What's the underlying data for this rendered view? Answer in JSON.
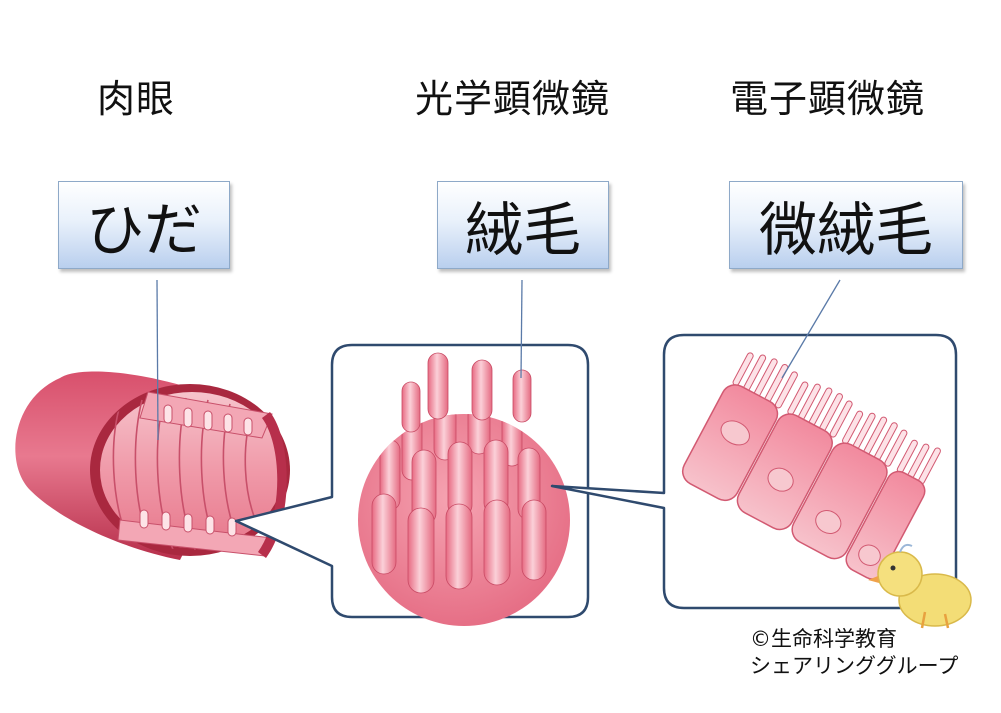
{
  "levels": [
    {
      "heading": "肉眼",
      "label": "ひだ"
    },
    {
      "heading": "光学顕微鏡",
      "label": "絨毛"
    },
    {
      "heading": "電子顕微鏡",
      "label": "微絨毛"
    }
  ],
  "credit": {
    "line1": "©生命科学教育",
    "line2": "シェアリンググループ"
  },
  "colors": {
    "tissue_dark": "#c53a55",
    "tissue_mid": "#e0607a",
    "tissue_light": "#f3b1bc",
    "frame": "#2f4a6e",
    "leader": "#5a7aa8"
  }
}
